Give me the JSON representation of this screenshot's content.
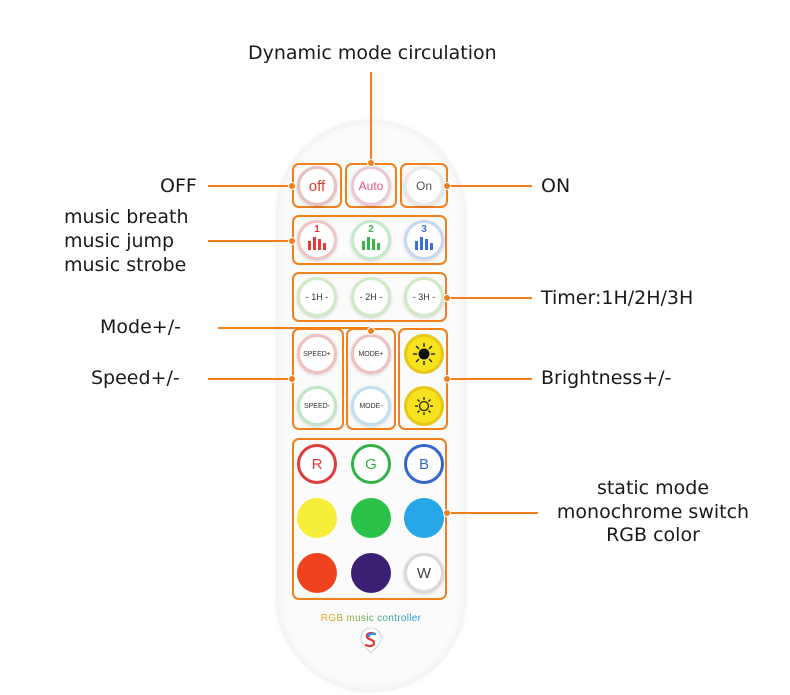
{
  "labels": {
    "dynamic": "Dynamic mode circulation",
    "off": "OFF",
    "on": "ON",
    "music_breath": "music breath",
    "music_jump": "music jump",
    "music_strobe": "music strobe",
    "timer": "Timer:1H/2H/3H",
    "mode": "Mode+/-",
    "speed": "Speed+/-",
    "brightness": "Brightness+/-",
    "static_mode": "static mode",
    "monochrome": "monochrome switch",
    "rgb_color": "RGB color"
  },
  "remote": {
    "row1": {
      "off": "off",
      "auto": "Auto",
      "on": "On"
    },
    "music": {
      "m1": "1",
      "m2": "2",
      "m3": "3"
    },
    "timers": {
      "t1": "- 1H -",
      "t2": "- 2H -",
      "t3": "- 3H -"
    },
    "speed_plus": "SPEED+",
    "speed_minus": "SPEED-",
    "mode_plus": "MODE+",
    "mode_minus": "MODE-",
    "rgb": {
      "r": "R",
      "g": "G",
      "b": "B",
      "w": "W"
    },
    "brand": "RGB music controller"
  },
  "colors": {
    "accent": "#f07f1c",
    "red": "#f2342a",
    "green": "#2fb34a",
    "blue": "#2aa6e6",
    "yellow": "#f7ee3a",
    "lime": "#2bc24a",
    "sky": "#27a6e8",
    "orange_red": "#f0421f",
    "purple": "#3b1f73"
  }
}
